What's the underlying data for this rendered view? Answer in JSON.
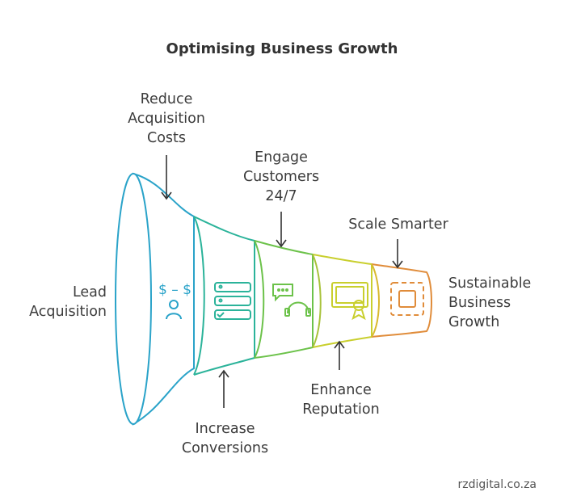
{
  "title": "Optimising Business Growth",
  "stages": [
    {
      "icon": "money-person-icon",
      "color": "#2aa3c9"
    },
    {
      "icon": "checklist-icon",
      "color": "#2bb39a"
    },
    {
      "icon": "chat-headset-icon",
      "color": "#6cc24a"
    },
    {
      "icon": "certificate-icon",
      "color": "#c9cf2e"
    },
    {
      "icon": "scale-frame-icon",
      "color": "#e08c3a"
    }
  ],
  "labels": {
    "lead": [
      "Lead",
      "Acquisition"
    ],
    "reduce": [
      "Reduce",
      "Acquisition",
      "Costs"
    ],
    "engage": [
      "Engage",
      "Customers",
      "24/7"
    ],
    "scale": [
      "Scale Smarter"
    ],
    "sustainable": [
      "Sustainable",
      "Business",
      "Growth"
    ],
    "conversions": [
      "Increase",
      "Conversions"
    ],
    "reputation": [
      "Enhance",
      "Reputation"
    ]
  },
  "footer": "rzdigital.co.za"
}
